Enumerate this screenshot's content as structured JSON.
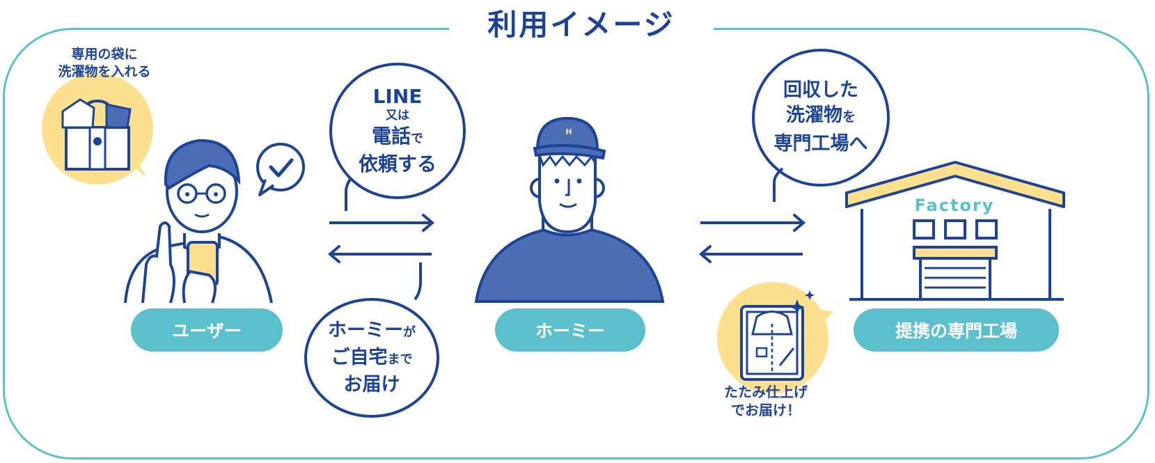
{
  "title": "利用イメージ",
  "actors": {
    "user": "ユーザー",
    "homey": "ホーミー",
    "factory": "提携の専門工場"
  },
  "bag_caption": {
    "line1": "専用の袋に",
    "line2": "洗濯物を入れる"
  },
  "request_bubble": {
    "line1": "LINE",
    "line2": "又は",
    "line3a": "電話",
    "line3b": "で",
    "line4": "依頼する"
  },
  "delivery_bubble": {
    "line1a": "ホーミー",
    "line1b": "が",
    "line2a": "ご自宅",
    "line2b": "まで",
    "line3": "お届け"
  },
  "collect_bubble": {
    "line1": "回収した",
    "line2a": "洗濯物",
    "line2b": "を",
    "line3": "専門工場へ"
  },
  "folded_caption": {
    "line1": "たたみ仕上げ",
    "line2": "でお届け！"
  },
  "factory_sign": "Factory",
  "cap_logo": "H",
  "colors": {
    "navy": "#1d4396",
    "teal": "#5cc0cc",
    "yellow": "#fde08e",
    "blue_fill": "#4a6db4"
  }
}
